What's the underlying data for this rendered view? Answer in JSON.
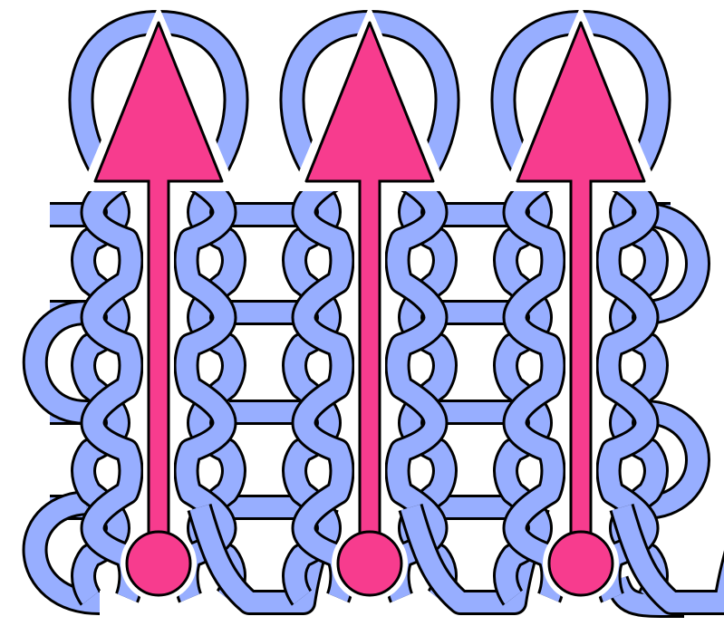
{
  "colors": {
    "yarn": "#97aeff",
    "outline": "#000000",
    "arrow": "#f73c8e",
    "halo": "#ffffff",
    "background": "#ffffff"
  },
  "diagram": {
    "kind": "knit-fabric-wale-direction",
    "wale_count": 3,
    "course_count": 4,
    "arrow_icon": "up-arrow-icon"
  }
}
